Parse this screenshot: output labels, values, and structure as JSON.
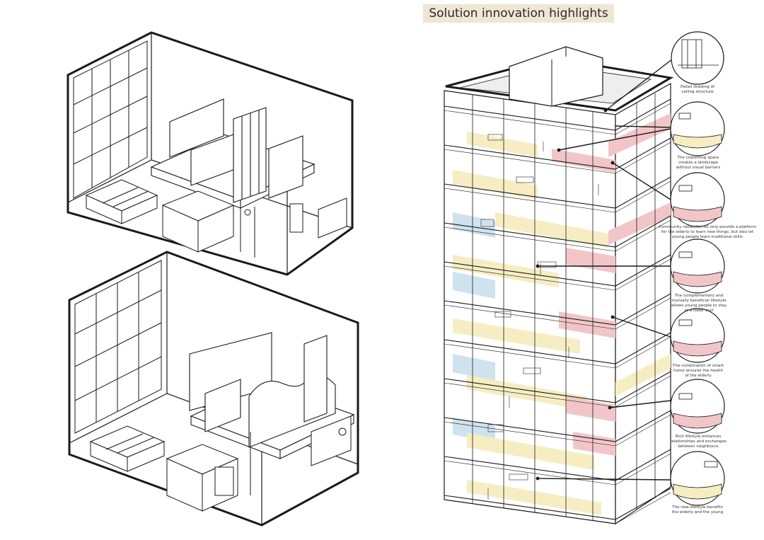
{
  "header": {
    "title": "Solution innovation highlights"
  },
  "callouts": [
    {
      "caption": "Detail drawing of ceiling structure"
    },
    {
      "caption": "The coworking space creates a landscape without visual barriers"
    },
    {
      "caption": "Community networks not only provide a platform for the elderly to learn new things, but also let young people learn traditional skills"
    },
    {
      "caption": "The complementary and mutually beneficial lifestyle allows young people to stay at a lower cost"
    },
    {
      "caption": "The combination of smart home ensures the health of the elderly"
    },
    {
      "caption": "Rich lifestyle enhances relationships and exchanges between neighbours"
    },
    {
      "caption": "The new lifestyle benefits the elderly and the young"
    }
  ],
  "colors": {
    "title_bg": "#efe6d3",
    "floor_yellow": "#f6edc2",
    "floor_pink": "#f2c6c8",
    "floor_blue": "#cfe3ee",
    "line": "#1a1a1a"
  }
}
